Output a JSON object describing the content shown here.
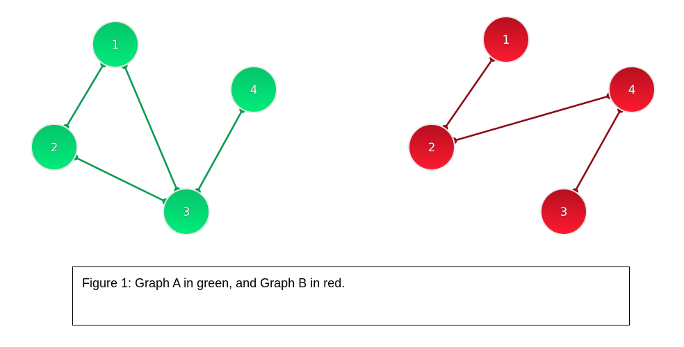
{
  "graphs": [
    {
      "id": "graph-a",
      "color": "#0a9a55",
      "node_gradient": [
        "#06c46a",
        "#00ec7a"
      ],
      "nodes": [
        {
          "id": "1",
          "label": "1"
        },
        {
          "id": "2",
          "label": "2"
        },
        {
          "id": "3",
          "label": "3"
        },
        {
          "id": "4",
          "label": "4"
        }
      ],
      "edges": [
        [
          "1",
          "2"
        ],
        [
          "1",
          "3"
        ],
        [
          "2",
          "3"
        ],
        [
          "4",
          "3"
        ]
      ]
    },
    {
      "id": "graph-b",
      "color": "#8a0e18",
      "node_gradient": [
        "#b50f1e",
        "#ff1a30"
      ],
      "nodes": [
        {
          "id": "1",
          "label": "1"
        },
        {
          "id": "2",
          "label": "2"
        },
        {
          "id": "3",
          "label": "3"
        },
        {
          "id": "4",
          "label": "4"
        }
      ],
      "edges": [
        [
          "1",
          "2"
        ],
        [
          "4",
          "2"
        ],
        [
          "4",
          "3"
        ]
      ]
    }
  ],
  "caption": {
    "text": "Figure 1: Graph A in green, and Graph B in red."
  }
}
